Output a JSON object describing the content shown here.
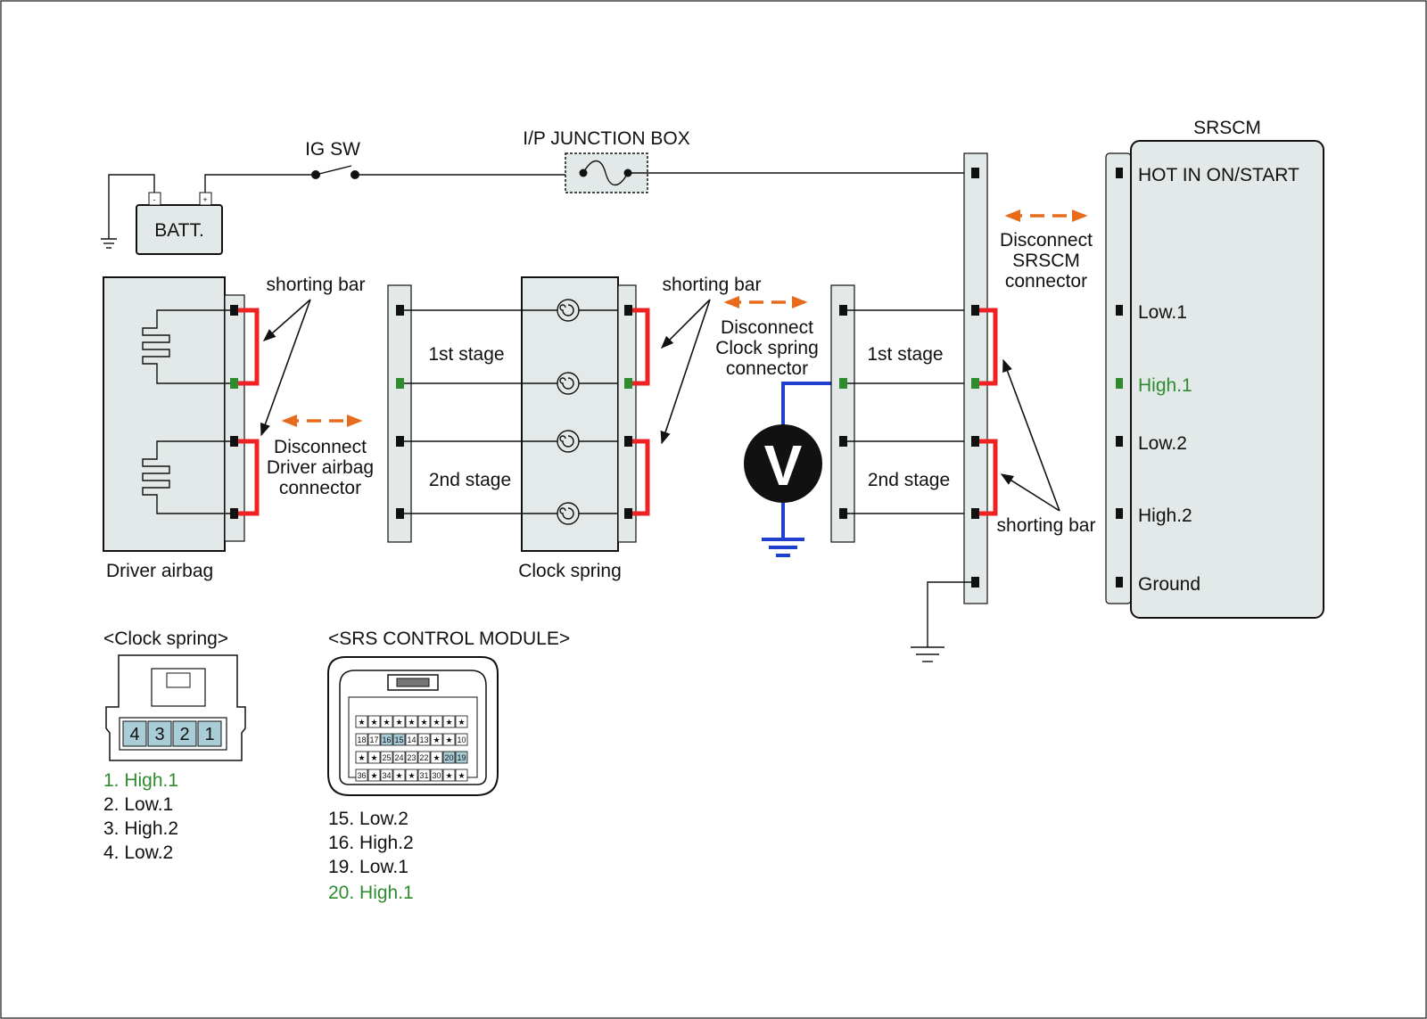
{
  "components": {
    "ig_sw": "IG SW",
    "junction_box": "I/P JUNCTION BOX",
    "battery": "BATT.",
    "battery_neg": "-",
    "battery_pos": "+",
    "srscm": "SRSCM",
    "driver_airbag": "Driver airbag",
    "clock_spring": "Clock spring",
    "voltmeter": "V"
  },
  "labels": {
    "shorting_bar": "shorting bar",
    "stage1": "1st stage",
    "stage2": "2nd stage",
    "disconnect_airbag": [
      "Disconnect",
      "Driver airbag",
      "connector"
    ],
    "disconnect_clock": [
      "Disconnect",
      "Clock spring",
      "connector"
    ],
    "disconnect_srscm": [
      "Disconnect",
      "SRSCM",
      "connector"
    ]
  },
  "srscm_pins": {
    "hot": "HOT IN ON/START",
    "low1": "Low.1",
    "high1": "High.1",
    "low2": "Low.2",
    "high2": "High.2",
    "ground": "Ground"
  },
  "clock_spring_connector": {
    "title": "<Clock spring>",
    "pins": [
      "4",
      "3",
      "2",
      "1"
    ],
    "legend": [
      "1. High.1",
      "2. Low.1",
      "3. High.2",
      "4. Low.2"
    ]
  },
  "srs_module_connector": {
    "title": "<SRS CONTROL MODULE>",
    "rows": [
      [
        "★",
        "★",
        "★",
        "★",
        "★",
        "★",
        "★",
        "★",
        "★"
      ],
      [
        "18",
        "17",
        "16",
        "15",
        "14",
        "13",
        "★",
        "★",
        "10"
      ],
      [
        "★",
        "★",
        "25",
        "24",
        "23",
        "22",
        "★",
        "20",
        "19"
      ],
      [
        "36",
        "★",
        "34",
        "★",
        "★",
        "31",
        "30",
        "★",
        "★"
      ]
    ],
    "highlighted": [
      "16",
      "15",
      "20",
      "19"
    ],
    "legend": [
      "15. Low.2",
      "16. High.2",
      "19. Low.1",
      "20. High.1"
    ]
  },
  "colors": {
    "shorting_bar": "#ee2222",
    "highlight_pin": "#2e8b2e",
    "meter_wire": "#1f3fcf",
    "disconnect_arrow": "#e86b1c",
    "panel_fill": "#e3e9e9"
  }
}
